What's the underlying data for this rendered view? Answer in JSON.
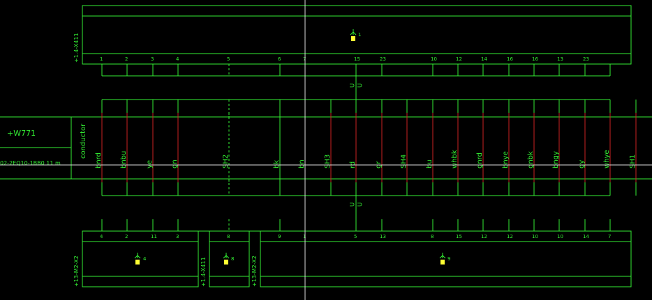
{
  "colors": {
    "background": "#000000",
    "line": "#33ee33",
    "conductor": "#cc2222",
    "marker": "#ffff33",
    "crosshair": "#dddddd"
  },
  "cable": {
    "name": "+W771",
    "spec": "02-2EQ10-1BB0 11 m",
    "header": "conductor",
    "conductors": [
      "bnrd",
      "bnbu",
      "ye",
      "gn",
      "SH2",
      "bk",
      "bn",
      "SH3",
      "rd",
      "gr",
      "SH4",
      "bu",
      "whbk",
      "gnrd",
      "bnye",
      "gnbk",
      "bngy",
      "gy",
      "whye",
      "SH1"
    ]
  },
  "top_strip": {
    "label": "+1.4-X411",
    "marker_label": "1",
    "pins": [
      "1",
      "2",
      "3",
      "4",
      "5",
      "6",
      "7",
      "15",
      "23",
      "10",
      "12",
      "14",
      "16",
      "16",
      "13",
      "23"
    ]
  },
  "connectors": {
    "top": "⊃",
    "bottom": "⊃"
  },
  "bottom_strips": [
    {
      "label": "+13-M2-X2",
      "marker_label": "4",
      "pins": [
        "4",
        "2",
        "11",
        "3"
      ]
    },
    {
      "label": "+1.4-X411",
      "marker_label": "8",
      "pins": [
        "8"
      ]
    },
    {
      "label": "+13-M2-X2",
      "marker_label": "9",
      "pins": [
        "9",
        "1",
        "5",
        "13",
        "8",
        "15",
        "12",
        "12",
        "10",
        "10",
        "14",
        "7"
      ]
    }
  ]
}
